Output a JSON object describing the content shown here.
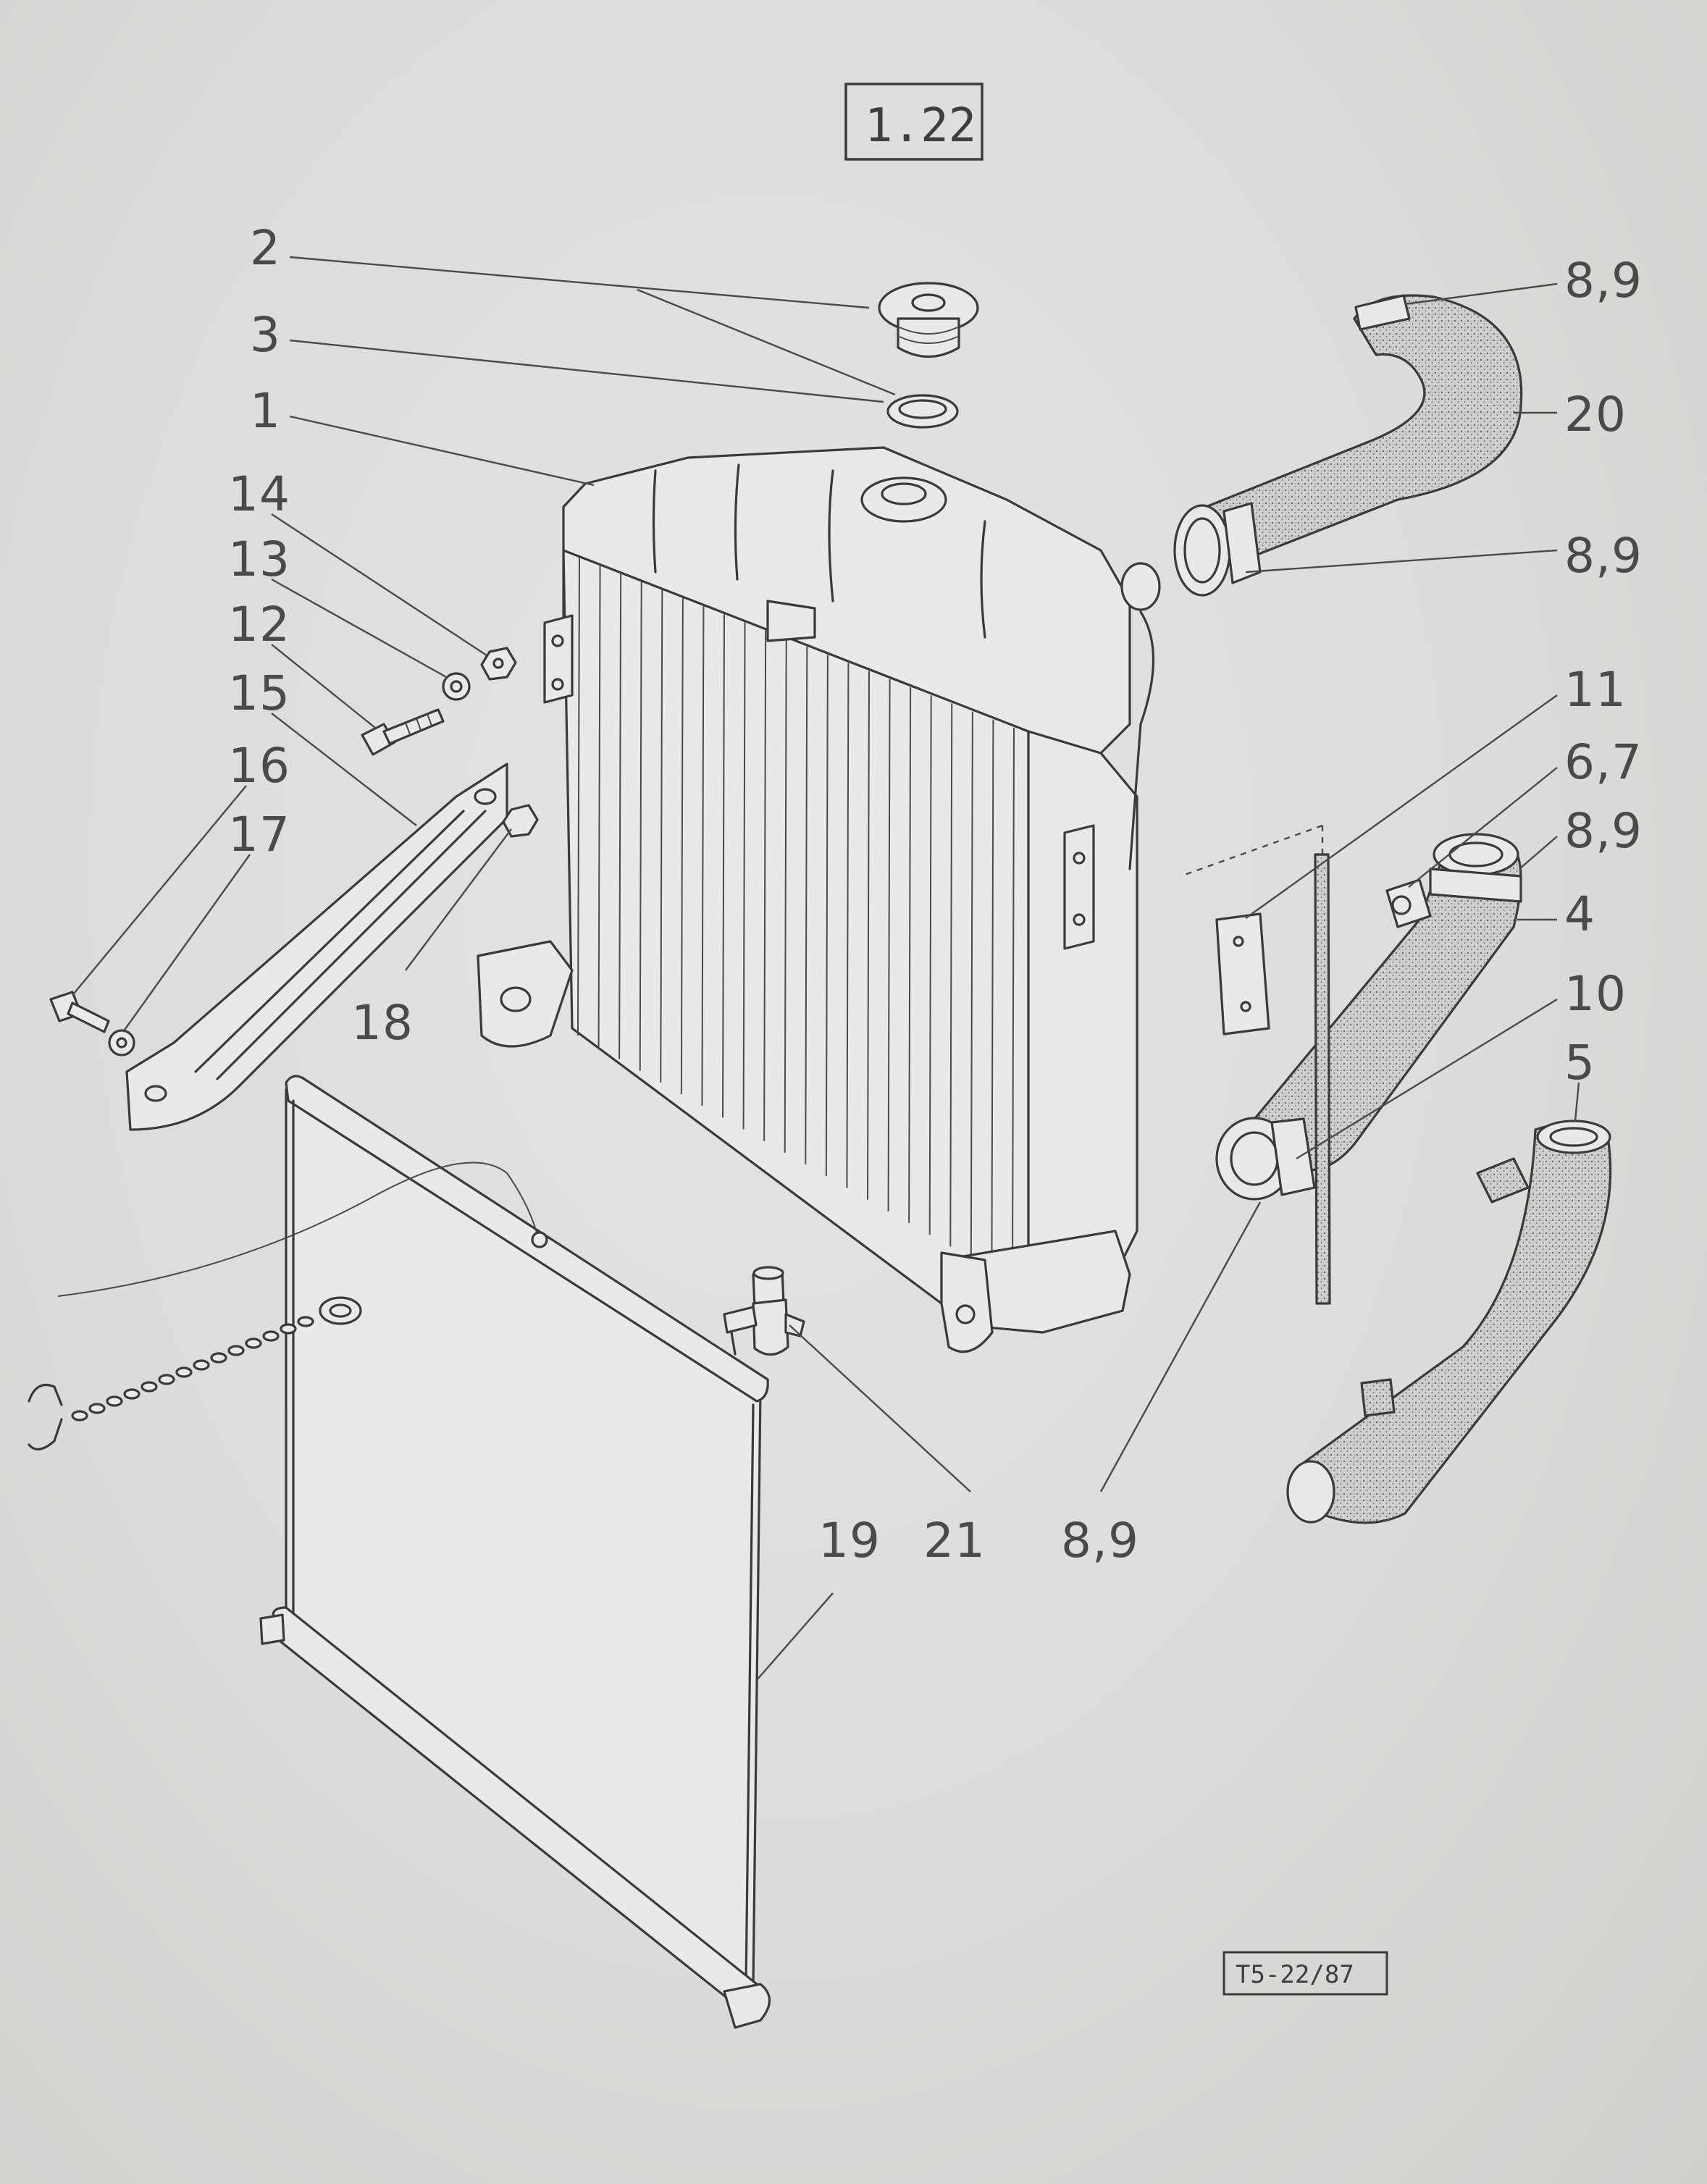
{
  "figure": {
    "ref_number": "1.22",
    "drawing_code": "T5-22/87"
  },
  "callouts": {
    "c1": "1",
    "c2": "2",
    "c3": "3",
    "c4": "4",
    "c5": "5",
    "c67": "6,7",
    "c89_top": "8,9",
    "c89_mid": "8,9",
    "c89_right": "8,9",
    "c89_bottom": "8,9",
    "c10": "10",
    "c11": "11",
    "c12": "12",
    "c13": "13",
    "c14": "14",
    "c15": "15",
    "c16": "16",
    "c17": "17",
    "c18": "18",
    "c19": "19",
    "c20": "20",
    "c21": "21"
  },
  "parts": {
    "radiator": "radiator-core-icon",
    "filler_cap": "filler-cap-icon",
    "cap_seal": "seal-ring-icon",
    "upper_hose": "upper-hose-icon",
    "lower_hose": "lower-hose-icon",
    "lower_pipe": "lower-pipe-icon",
    "hose_clamp": "hose-clamp-icon",
    "gasket_plate": "gasket-plate-icon",
    "support_rod": "support-rod-icon",
    "bolt": "bolt-icon",
    "lock_washer": "lock-washer-icon",
    "nut": "nut-icon",
    "stay_bracket": "stay-bracket-icon",
    "roller_blind": "roller-blind-icon",
    "drain_tap": "drain-tap-icon",
    "pull_chain": "chain-icon"
  }
}
